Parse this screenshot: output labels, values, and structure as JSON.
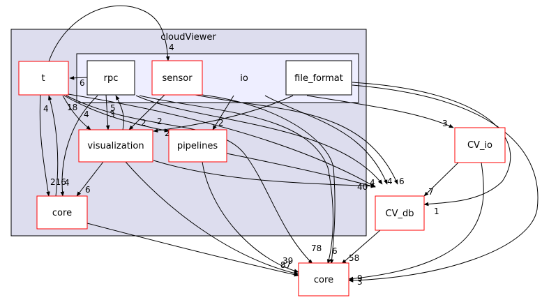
{
  "colors": {
    "outer_cluster_fill": "#ddddee",
    "outer_cluster_stroke": "#000000",
    "inner_cluster_fill": "#eeeeff",
    "red_node_stroke": "#ff0000",
    "black_node_stroke": "#000000",
    "edge": "#000000"
  },
  "clusters": {
    "outer": {
      "label": "cloudViewer"
    },
    "inner": {
      "label": "io"
    }
  },
  "nodes": {
    "t": "t",
    "rpc": "rpc",
    "sensor": "sensor",
    "file_format": "file_format",
    "visualization": "visualization",
    "pipelines": "pipelines",
    "core_inner": "core",
    "cv_io": "CV_io",
    "cv_db": "CV_db",
    "core_bottom": "core"
  },
  "edge_labels": {
    "sensor_top": "4",
    "rpc_to_t": "6",
    "t_left": "4",
    "t_18": "18",
    "t_4": "4",
    "rpc_5": "5",
    "rpc_3": "3",
    "sensor_2": "2",
    "vis_2a": "2",
    "vis_2b": "2",
    "io_2": "2",
    "cvio_3": "3",
    "core_216": "216",
    "core_4": "4",
    "vis_6": "6",
    "db_40": "40",
    "db_4a": "4",
    "db_4b": "4",
    "db_6": "6",
    "cvdb_7": "7",
    "cvdb_1": "1",
    "core_39": "39",
    "core_87": "87",
    "core_78": "78",
    "core_6": "6",
    "core_58": "58",
    "core_9": "9",
    "core_3": "3"
  }
}
